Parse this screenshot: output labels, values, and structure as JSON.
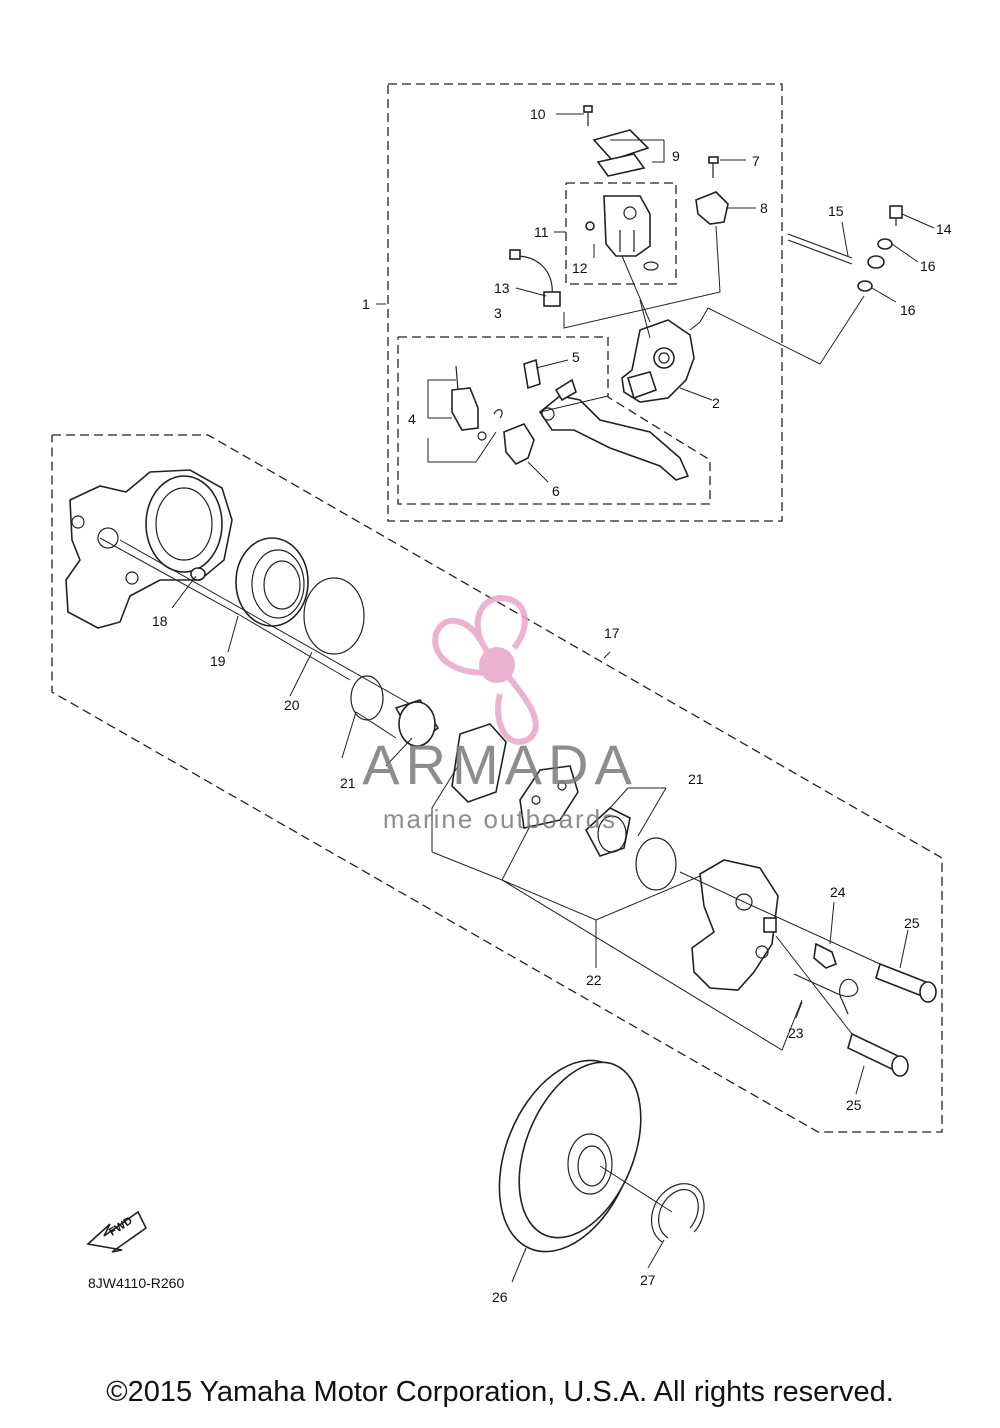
{
  "diagram_code": "8JW4110-R260",
  "copyright": "©2015 Yamaha Motor Corporation, U.S.A. All rights reserved.",
  "fwd_label": "FWD",
  "watermark": {
    "brand": "ARMADA",
    "tagline": "marine outboards",
    "accent_color": "#e8a6c8"
  },
  "callouts": [
    "1",
    "2",
    "3",
    "4",
    "5",
    "6",
    "7",
    "8",
    "9",
    "10",
    "11",
    "12",
    "13",
    "14",
    "15",
    "16",
    "16",
    "17",
    "18",
    "19",
    "20",
    "21",
    "21",
    "22",
    "23",
    "24",
    "25",
    "25",
    "26",
    "27"
  ]
}
